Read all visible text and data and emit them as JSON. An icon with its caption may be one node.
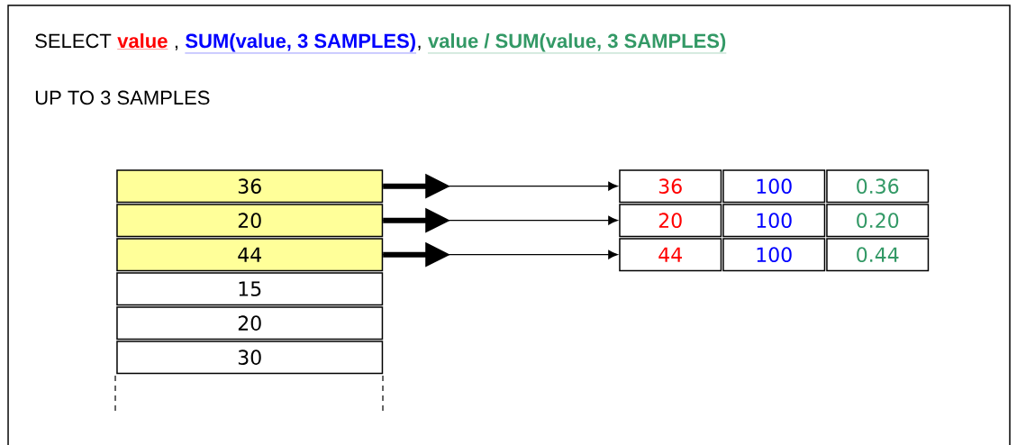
{
  "diagram": {
    "nodes": [
      {
        "text": [
          "36"
        ]
      },
      {
        "text": [
          "20"
        ]
      },
      {
        "text": [
          "44"
        ]
      },
      {
        "text": [
          "15"
        ]
      },
      {
        "text": [
          "20"
        ]
      },
      {
        "text": [
          "30"
        ]
      },
      {
        "text": [
          "36"
        ]
      },
      {
        "text": [
          "100"
        ]
      },
      {
        "text": [
          "0.36"
        ]
      },
      {
        "text": [
          "20"
        ]
      },
      {
        "text": [
          "100"
        ]
      },
      {
        "text": [
          "0.20"
        ]
      },
      {
        "text": [
          "44"
        ]
      },
      {
        "text": [
          "100"
        ]
      },
      {
        "text": [
          "0.44"
        ]
      }
    ],
    "edges": [
      {
        "from": 0,
        "to": 6,
        "arrow": "to"
      },
      {
        "from": 1,
        "to": 9,
        "arrow": "to"
      },
      {
        "from": 2,
        "to": 12,
        "arrow": "to"
      }
    ],
    "labels": [
      "SELECT",
      "value",
      ",",
      "SUM(value, 3 SAMPLES)",
      ",",
      "value / SUM(value, 3 SAMPLES)",
      "UP TO 3 SAMPLES"
    ]
  }
}
